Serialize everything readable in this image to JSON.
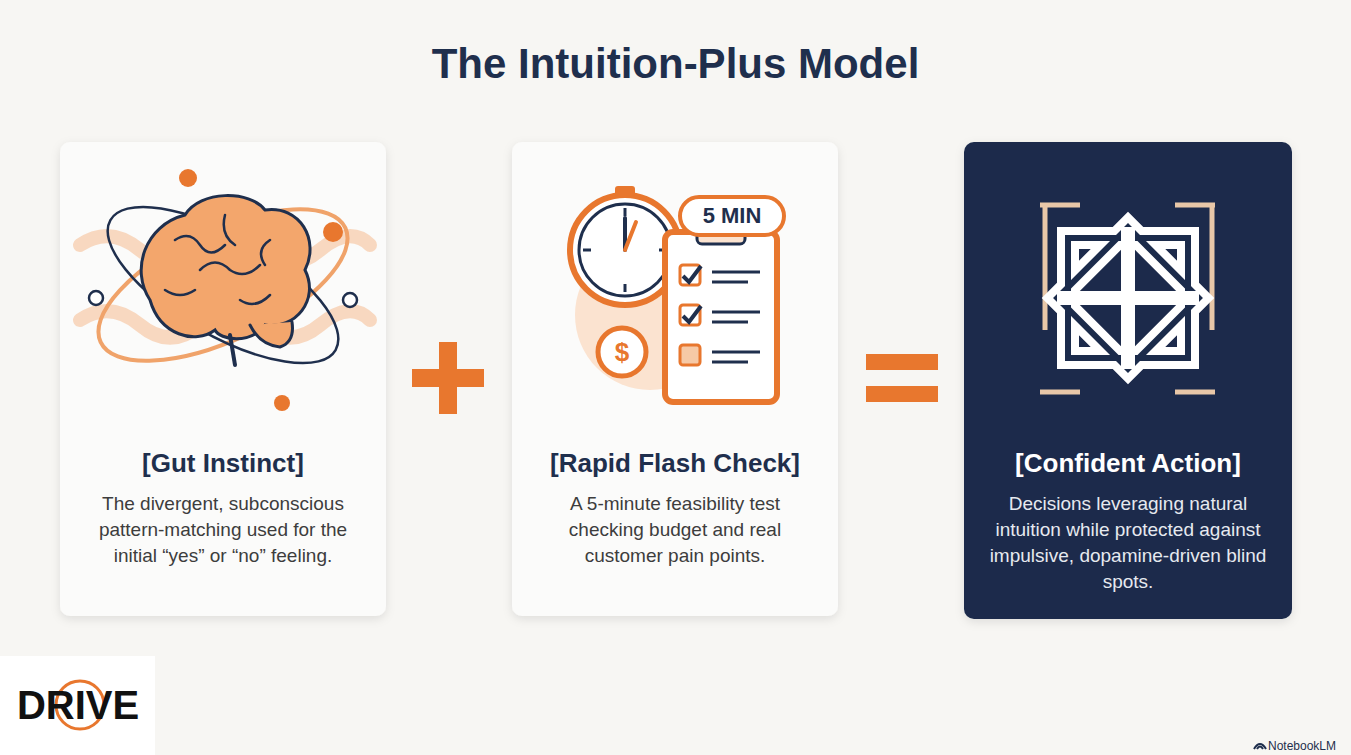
{
  "diagram": {
    "title": "The Intuition-Plus Model",
    "nodes": [
      {
        "text": [
          "[Gut Instinct]",
          "The divergent, subconscious pattern-matching used for the initial “yes” or “no” feeling."
        ]
      },
      {
        "text": [
          "[Rapid Flash Check]",
          "A 5-minute feasibility test checking budget and real customer pain points."
        ]
      },
      {
        "text": [
          "[Confident Action]",
          "Decisions leveraging natural intuition while protected against impulsive, dopamine-driven blind spots."
        ]
      }
    ],
    "labels": [
      "5 MIN",
      "$",
      "DRIVE",
      "NotebookLM"
    ]
  }
}
